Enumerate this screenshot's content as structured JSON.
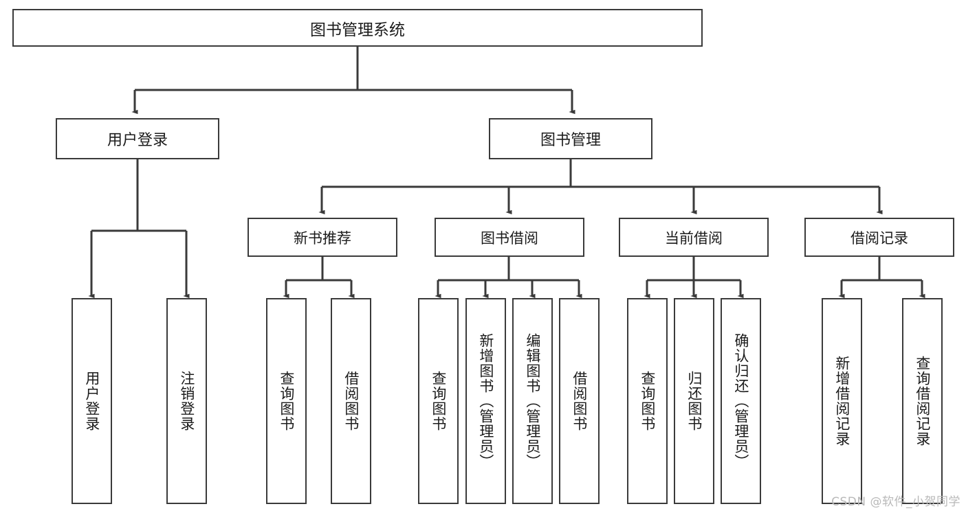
{
  "diagram": {
    "title": "图书管理系统",
    "type": "tree-hierarchy",
    "stroke_color": "#3a3a3a",
    "background_color": "#ffffff",
    "text_color": "#1b1b1b",
    "root": {
      "label": "图书管理系统"
    },
    "level2": [
      {
        "label": "用户登录"
      },
      {
        "label": "图书管理"
      }
    ],
    "level3": [
      {
        "label": "新书推荐"
      },
      {
        "label": "图书借阅"
      },
      {
        "label": "当前借阅"
      },
      {
        "label": "借阅记录"
      }
    ],
    "leaves": {
      "user_login": [
        {
          "label": "用户登录"
        },
        {
          "label": "注销登录"
        }
      ],
      "new_book_recommend": [
        {
          "label": "查询图书"
        },
        {
          "label": "借阅图书"
        }
      ],
      "book_borrow": [
        {
          "label": "查询图书"
        },
        {
          "label": "新增图书（管理员）"
        },
        {
          "label": "编辑图书（管理员）"
        },
        {
          "label": "借阅图书"
        }
      ],
      "current_borrow": [
        {
          "label": "查询图书"
        },
        {
          "label": "归还图书"
        },
        {
          "label": "确认归还（管理员）"
        }
      ],
      "borrow_records": [
        {
          "label": "新增借阅记录"
        },
        {
          "label": "查询借阅记录"
        }
      ]
    }
  },
  "watermark": {
    "text": "CSDN @软件_小贺同学"
  }
}
